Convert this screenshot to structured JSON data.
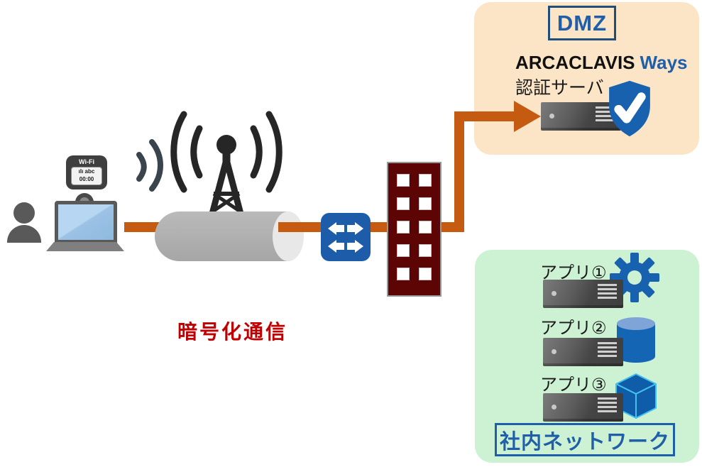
{
  "colors": {
    "link_orange": "#C55A11",
    "brand_blue": "#1F5FA9",
    "dmz_border_blue": "#1F4E79",
    "dmz_background": "#FBE5C6",
    "lan_background": "#CDF2D3",
    "firewall_building": "#5D0505",
    "encrypted_text_red": "#C00000",
    "device_gray": "#595959",
    "switch_blue": "#1D5CA8"
  },
  "labels": {
    "encrypted": "暗号化通信",
    "dmz": "DMZ",
    "product_name": "ARCACLAVIS",
    "product_suffix": "Ways",
    "auth_server": "認証サーバ",
    "lan": "社内ネットワーク",
    "wifi": "Wi-Fi",
    "wifi_screen_line1": "ılı abc",
    "wifi_screen_line2": "00:00"
  },
  "apps": [
    {
      "label": "アプリ①",
      "icon": "gear-icon"
    },
    {
      "label": "アプリ②",
      "icon": "database-icon"
    },
    {
      "label": "アプリ③",
      "icon": "cube-icon"
    }
  ]
}
